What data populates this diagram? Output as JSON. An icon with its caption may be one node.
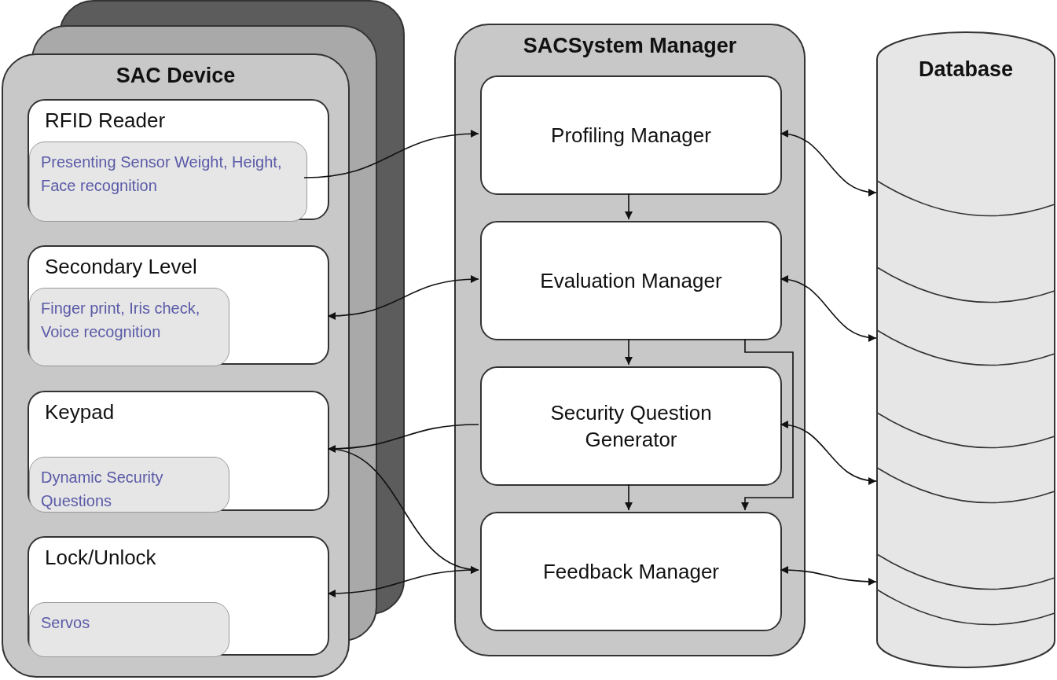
{
  "diagram": {
    "nodes": [
      {
        "text": [
          "SAC Device"
        ]
      },
      {
        "text": [
          "RFID Reader"
        ],
        "in": 0
      },
      {
        "text": [
          "Presenting Sensor Weight, Height, Face recognition"
        ],
        "in": 1
      },
      {
        "text": [
          "Secondary Level"
        ],
        "in": 0
      },
      {
        "text": [
          "Finger print, Iris check, Voice recognition"
        ],
        "in": 3
      },
      {
        "text": [
          "Keypad"
        ],
        "in": 0
      },
      {
        "text": [
          "Dynamic Security Questions"
        ],
        "in": 5
      },
      {
        "text": [
          "Lock/Unlock"
        ],
        "in": 0
      },
      {
        "text": [
          "Servos"
        ],
        "in": 7
      },
      {
        "text": [
          "SACSystem Manager"
        ]
      },
      {
        "text": [
          "Profiling Manager"
        ],
        "in": 9
      },
      {
        "text": [
          "Evaluation Manager"
        ],
        "in": 9
      },
      {
        "text": [
          "Security Question Generator"
        ],
        "in": 9
      },
      {
        "text": [
          "Feedback Manager"
        ],
        "in": 9
      },
      {
        "text": [
          "Database"
        ]
      }
    ],
    "edges": [
      {
        "from": 2,
        "to": 10,
        "arrow": "to"
      },
      {
        "from": 11,
        "to": 3,
        "arrow": "both"
      },
      {
        "from": 12,
        "to": 5,
        "arrow": "to"
      },
      {
        "from": 5,
        "to": 13,
        "arrow": "to"
      },
      {
        "from": 13,
        "to": 7,
        "arrow": "both"
      },
      {
        "from": 10,
        "to": 11,
        "arrow": "to"
      },
      {
        "from": 11,
        "to": 12,
        "arrow": "to"
      },
      {
        "from": 12,
        "to": 13,
        "arrow": "to"
      },
      {
        "from": 11,
        "to": 13,
        "arrow": "to"
      },
      {
        "from": 10,
        "to": 14,
        "arrow": "both"
      },
      {
        "from": 11,
        "to": 14,
        "arrow": "both"
      },
      {
        "from": 12,
        "to": 14,
        "arrow": "both"
      },
      {
        "from": 13,
        "to": 14,
        "arrow": "both"
      }
    ]
  }
}
